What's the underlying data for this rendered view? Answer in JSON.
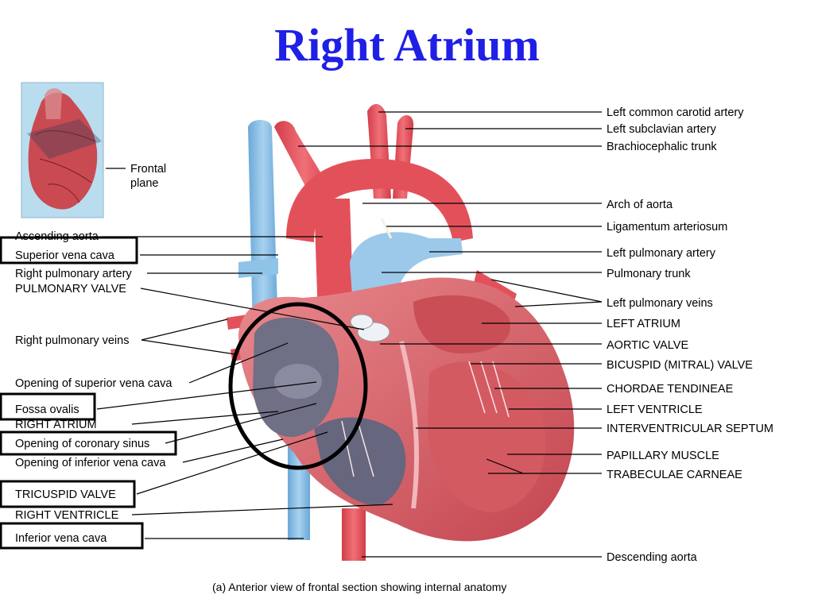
{
  "title": "Right Atrium",
  "caption": "(a) Anterior view of frontal section showing internal anatomy",
  "inset_label": [
    "Frontal",
    "plane"
  ],
  "left_labels": [
    "Ascending aorta",
    "Superior vena cava",
    "Right pulmonary artery",
    "PULMONARY VALVE",
    "Right pulmonary veins",
    "Opening of superior vena cava",
    "Fossa ovalis",
    "RIGHT ATRIUM",
    "Opening of coronary sinus",
    "Opening of inferior vena cava",
    "TRICUSPID VALVE",
    "RIGHT VENTRICLE",
    "Inferior vena cava"
  ],
  "right_labels": [
    "Left common carotid artery",
    "Left subclavian artery",
    "Brachiocephalic trunk",
    "Arch of aorta",
    "Ligamentum arteriosum",
    "Left pulmonary artery",
    "Pulmonary trunk",
    "Left pulmonary veins",
    "LEFT ATRIUM",
    "AORTIC VALVE",
    "BICUSPID (MITRAL) VALVE",
    "CHORDAE TENDINEAE",
    "LEFT VENTRICLE",
    "INTERVENTRICULAR SEPTUM",
    "PAPILLARY MUSCLE",
    "TRABECULAE CARNEAE",
    "Descending aorta"
  ],
  "colors": {
    "title": "#1f1fe6",
    "artery": "#e2515a",
    "vein": "#8fc3e8",
    "muscle": "#d9646c",
    "chamber": "#6f6f86",
    "inset_bg": "#b9dcef"
  }
}
